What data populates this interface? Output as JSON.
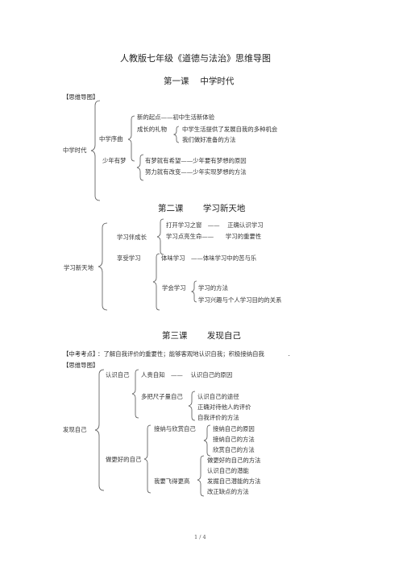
{
  "doc_title": "人教版七年级《道德与法治》思维导图",
  "page_number": "1 / 4",
  "lesson1": {
    "heading": "第一课　 中学时代",
    "map_tag": "【思维导图】",
    "root": "中学时代",
    "n1": "中学序曲",
    "n1_a": "新的起点——初中生活新体验",
    "n1_b": "成长的礼物",
    "n1_b1": "中学生活提供了发展自我的多种机会",
    "n1_b2": "我们做好准备的方法",
    "n2": "少年有梦",
    "n2_a": "有梦就有希望——少年要有梦想的原因",
    "n2_b": "努力就有改变——少年实现梦想的方法"
  },
  "lesson2": {
    "heading": "第二课　　 学习新天地",
    "root": "学习新天地",
    "n1": "学习伴成长",
    "n1_a": "打开学习之窗　——　 正确认识学习",
    "n1_b": "学习点亮生命——　　学习的重要性",
    "n2": "享受学习",
    "n2_a": "体味学习　——体味学习中的苦与乐",
    "n2_b": "学会学习",
    "n2_b1": "学习的方法",
    "n2_b2": "学习兴趣与个人学习目的的关系"
  },
  "lesson3": {
    "heading": "第三课　　 发现自己",
    "exam_tag": "【中考考点】",
    "exam_text": "：了解自我评价的重要性；能够客观地认识自我；积极接纳自我　　　　.",
    "map_tag": "【思维导图】",
    "root": "发现自己",
    "n1": "认识自己",
    "n1_a": "人贵自知　——　 认识自己的原因",
    "n1_b": "多把尺子量自己",
    "n1_b1": "认识自己的途径",
    "n1_b2": "正确对待他人的评价",
    "n1_b3": "自我评价的方法",
    "n2": "做更好的自己",
    "n2_a": "接纳与欣赏自己",
    "n2_a1": "接纳自己的原因",
    "n2_a2": "接纳自己的方法",
    "n2_a3": "欣赏自己的方法",
    "n2_b": "我要飞得更高",
    "n2_b1": "做更好的自己的方法",
    "n2_b2": "认识自己的潜能",
    "n2_b3": "发掘自己潜能的方法",
    "n2_b4": "改正缺点的方法"
  }
}
